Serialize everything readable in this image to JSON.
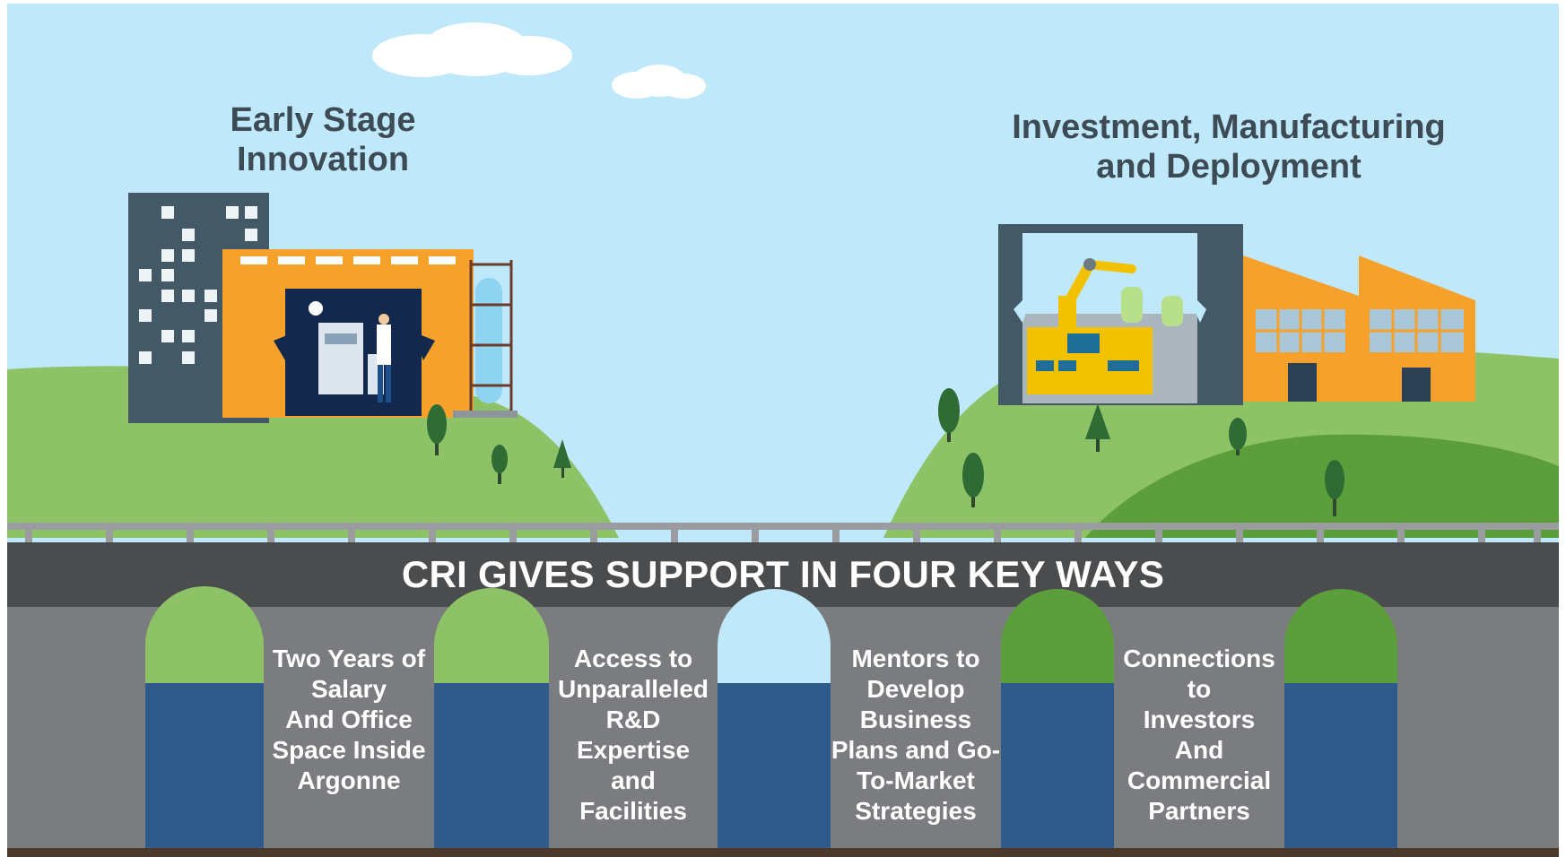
{
  "headings": {
    "early_stage": "Early Stage\nInnovation",
    "investment": "Investment, Manufacturing\nand Deployment"
  },
  "banner": {
    "title": "CRI GIVES SUPPORT IN FOUR KEY WAYS"
  },
  "support_ways": [
    {
      "lines": [
        "Two Years of",
        "Salary",
        "And Office",
        "Space Inside",
        "Argonne"
      ]
    },
    {
      "lines": [
        "Access to",
        "Unparalleled",
        "R&D",
        "Expertise",
        "and",
        "Facilities"
      ]
    },
    {
      "lines": [
        "Mentors to",
        "Develop",
        "Business",
        "Plans and Go-",
        "To-Market",
        "Strategies"
      ]
    },
    {
      "lines": [
        "Connections to",
        "Investors",
        "And",
        "Commercial",
        "Partners"
      ]
    }
  ],
  "colors": {
    "sky": "#bfe9fb",
    "hill_light": "#8dc366",
    "hill_dark": "#5c9e3c",
    "tree": "#2e6b35",
    "building_slate": "#435a66",
    "building_orange": "#f5a12c",
    "bridge_dark": "#4a4c4e",
    "bridge_grey": "#7a7c7f",
    "pillar_blue": "#2f5b8c",
    "text_heading": "#3d4b55",
    "text_white": "#ffffff"
  }
}
